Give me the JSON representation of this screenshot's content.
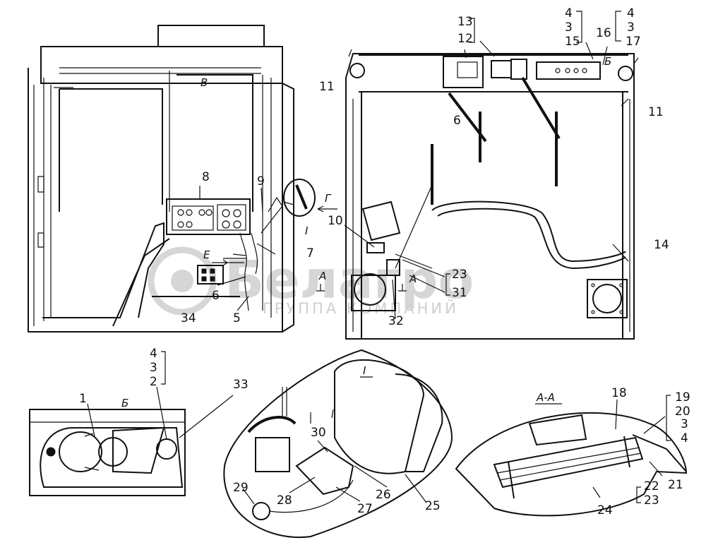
{
  "watermark": {
    "brand": "Белагро",
    "subtitle": "ГРУППА КОМПАНИЙ"
  },
  "section_labels": {
    "view_b_left": "В",
    "view_g": "Г",
    "view_e": "Е",
    "mark_i": "I",
    "section_a1": "А",
    "section_a2": "А",
    "mark_b_right": "Б",
    "detail_b": "Б",
    "detail_i": "I",
    "detail_aa": "А-А"
  },
  "callouts": {
    "c1": "1",
    "c2": "2",
    "c3": "3",
    "c3b": "3",
    "c3c": "3",
    "c4": "4",
    "c4b": "4",
    "c4c": "4",
    "c4d": "4",
    "c5": "5",
    "c6": "6",
    "c6b": "6",
    "c7": "7",
    "c8": "8",
    "c9": "9",
    "c10": "10",
    "c11": "11",
    "c11b": "11",
    "c12": "12",
    "c13": "13",
    "c14": "14",
    "c15": "15",
    "c16": "16",
    "c17": "17",
    "c18": "18",
    "c19": "19",
    "c20": "20",
    "c21": "21",
    "c22": "22",
    "c23": "23",
    "c23b": "23",
    "c24": "24",
    "c25": "25",
    "c26": "26",
    "c27": "27",
    "c28": "28",
    "c29": "29",
    "c30": "30",
    "c31": "31",
    "c32": "32",
    "c33": "33",
    "c34": "34"
  }
}
